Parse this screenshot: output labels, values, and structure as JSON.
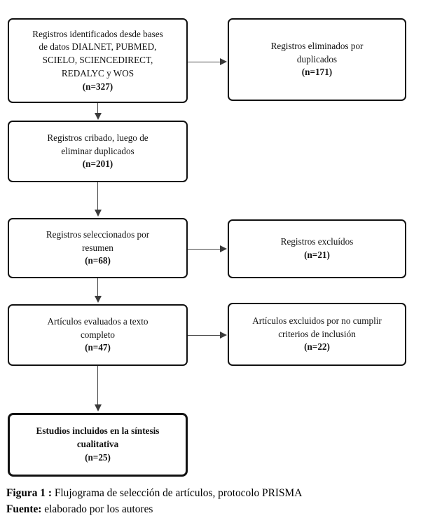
{
  "figure": {
    "type": "prisma-flow-diagram",
    "accent_color": "#111111",
    "connector_color": "#4a4a4a",
    "background_color": "#ffffff"
  },
  "nodes": {
    "identification": {
      "lines": [
        "Registros identificados desde bases",
        "de datos DIALNET, PUBMED,",
        "SCIELO, SCIENCEDIRECT,",
        "REDALYC y WOS"
      ],
      "count": "(n=327)"
    },
    "duplicates_removed": {
      "lines": [
        "Registros eliminados por",
        "duplicados"
      ],
      "count": "(n=171)"
    },
    "screened": {
      "lines": [
        "Registros cribado, luego de",
        "eliminar duplicados"
      ],
      "count": "(n=201)"
    },
    "selected_by_abstract": {
      "lines": [
        "Registros seleccionados por",
        "resumen"
      ],
      "count": "(n=68)"
    },
    "records_excluded": {
      "lines": [
        "Registros excluídos"
      ],
      "count": "(n=21)"
    },
    "full_text_assessed": {
      "lines": [
        "Artículos evaluados a texto",
        "completo"
      ],
      "count": "(n=47)"
    },
    "full_text_excluded": {
      "lines": [
        "Artículos excluidos por no cumplir",
        "criterios de inclusión"
      ],
      "count": "(n=22)"
    },
    "included": {
      "lines": [
        "Estudios incluidos en la síntesis",
        "cualitativa"
      ],
      "count": "(n=25)"
    }
  },
  "caption": {
    "figure_label": "Figura 1 :",
    "figure_text": " Flujograma de selección de artículos, protocolo PRISMA",
    "source_label": "Fuente:",
    "source_text": " elaborado por los autores"
  }
}
